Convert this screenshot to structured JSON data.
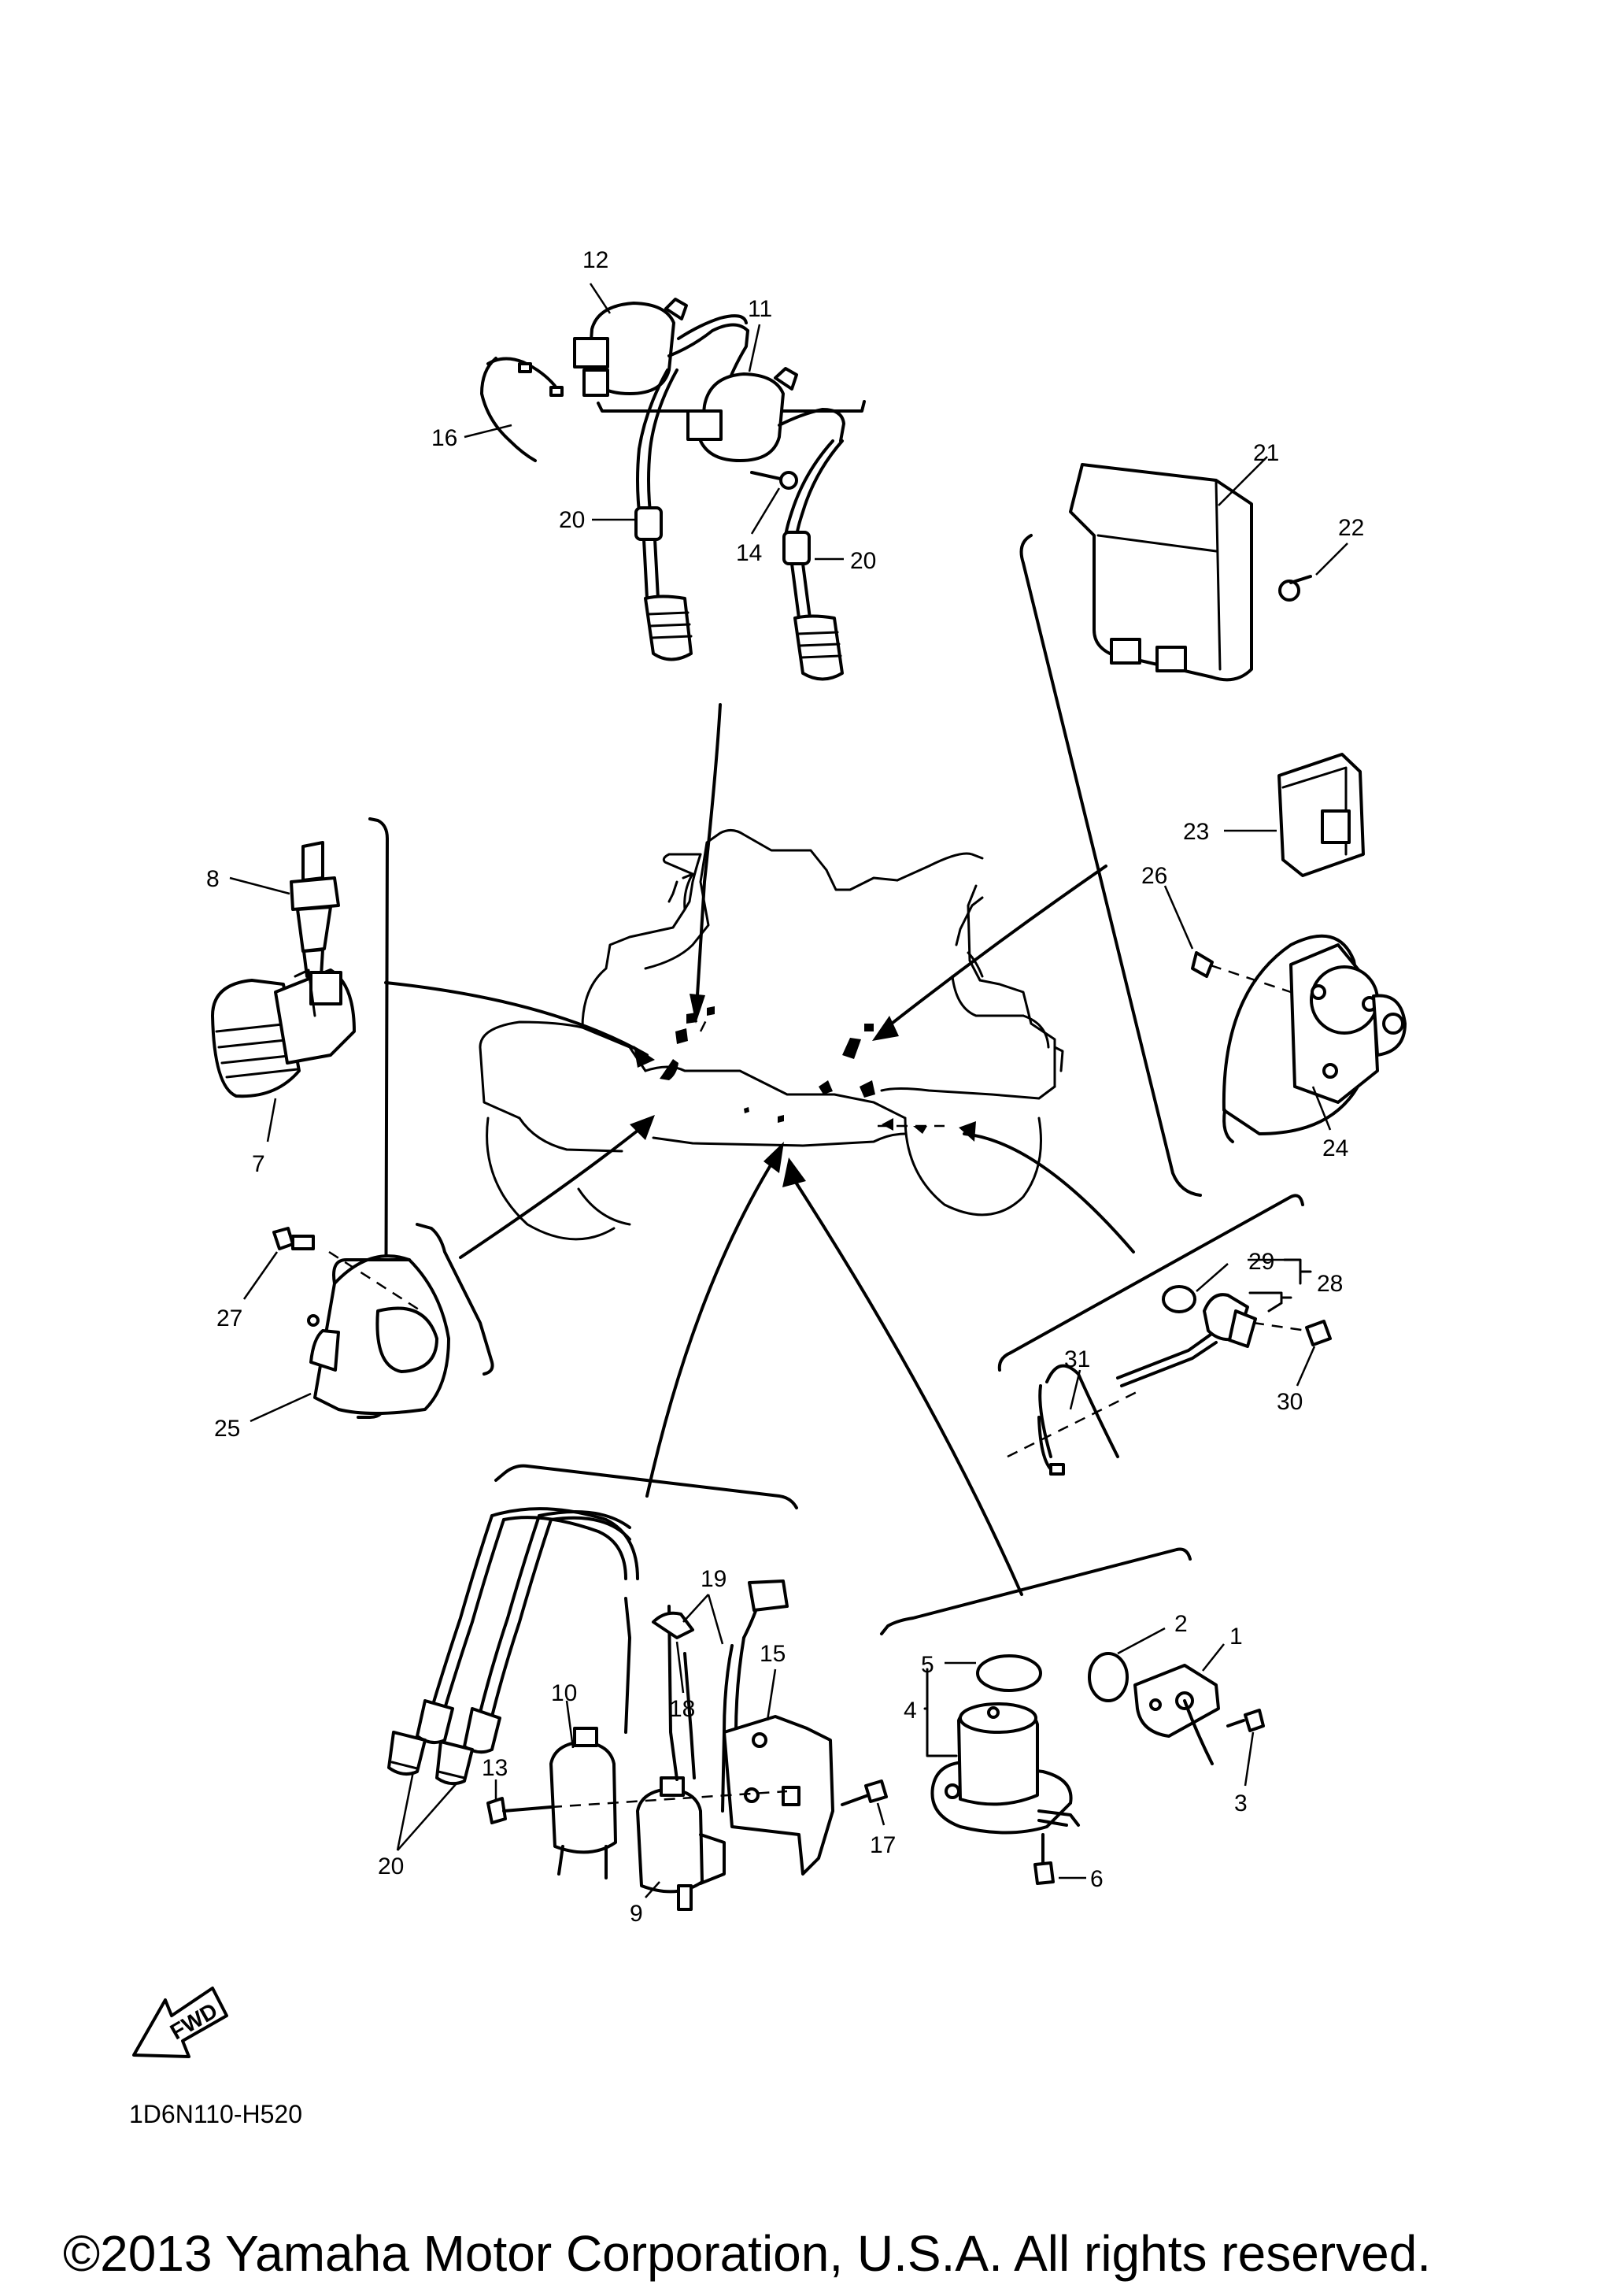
{
  "diagram_code": "1D6N110-H520",
  "copyright": "©2013 Yamaha Motor Corporation, U.S.A. All rights reserved.",
  "fwd_label": "FWD",
  "callouts": {
    "c1": "1",
    "c2": "2",
    "c3": "3",
    "c4": "4",
    "c5": "5",
    "c6": "6",
    "c7": "7",
    "c8": "8",
    "c9": "9",
    "c10": "10",
    "c11": "11",
    "c12": "12",
    "c13": "13",
    "c14": "14",
    "c15": "15",
    "c16": "16",
    "c17": "17",
    "c18": "18",
    "c19": "19",
    "c20a": "20",
    "c20b": "20",
    "c20c": "20",
    "c21": "21",
    "c22": "22",
    "c23": "23",
    "c24": "24",
    "c25": "25",
    "c26": "26",
    "c27": "27",
    "c28": "28",
    "c29": "29",
    "c30": "30",
    "c31": "31"
  }
}
